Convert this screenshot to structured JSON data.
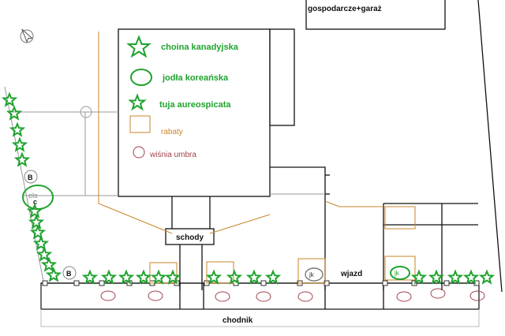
{
  "colors": {
    "spruce_green": "#1fa32e",
    "fir_green": "#1fa32e",
    "thuja_green": "#1fa32e",
    "border_orange": "#c8862a",
    "cherry_maroon": "#a0424a",
    "outline": "#111111"
  },
  "labels": {
    "outbuilding": "gospodarcze+garaż",
    "stairs": "schody",
    "driveway": "wjazd",
    "sidewalk": "chodnik",
    "marker_b1": "B",
    "marker_b2": "B",
    "marker_c": "c",
    "tree_label_left": "els",
    "jk_left": "jk",
    "jk_right": "jk"
  },
  "legend": {
    "spruce": "choina kanadyjska",
    "fir": "jodła koreańska",
    "thuja": "tuja aureospicata",
    "border": "rabaty",
    "cherry": "wiśnia umbra"
  },
  "icons": {
    "compass": "north-arrow-icon",
    "spruce": "star-outline-icon",
    "thuja": "star-outline-small-icon",
    "fir": "ellipse-icon",
    "border": "square-outline-icon",
    "cherry": "circle-outline-icon"
  }
}
